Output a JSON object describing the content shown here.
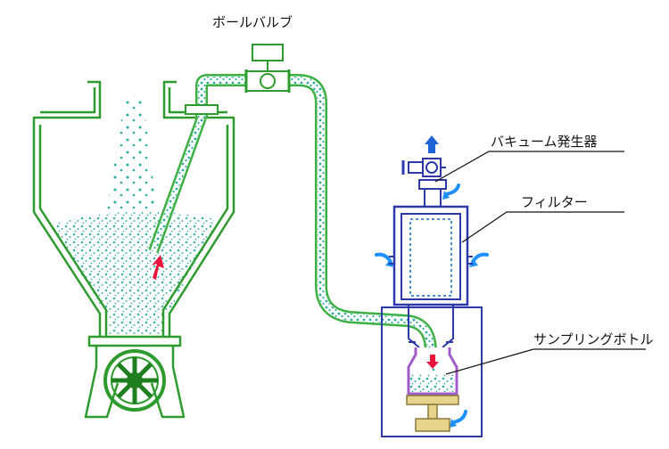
{
  "labels": {
    "ball_valve": "ボールバルブ",
    "vacuum_generator": "バキューム発生器",
    "filter": "フィルター",
    "sampling_bottle": "サンプリングボトル"
  },
  "colors": {
    "hopper": "#2e9b2e",
    "pipe": "#3cb043",
    "powder": "#2aa9a0",
    "receiver": "#2b3aa8",
    "bottle": "#a05bc8",
    "arrow_air": "#1e90ff",
    "arrow_flow": "#e8143c",
    "stand": "#e6d48a"
  },
  "icons": {
    "exhaust": "arrow-up-icon",
    "air": "curved-arrow-icon",
    "flow": "arrow-red-icon"
  }
}
